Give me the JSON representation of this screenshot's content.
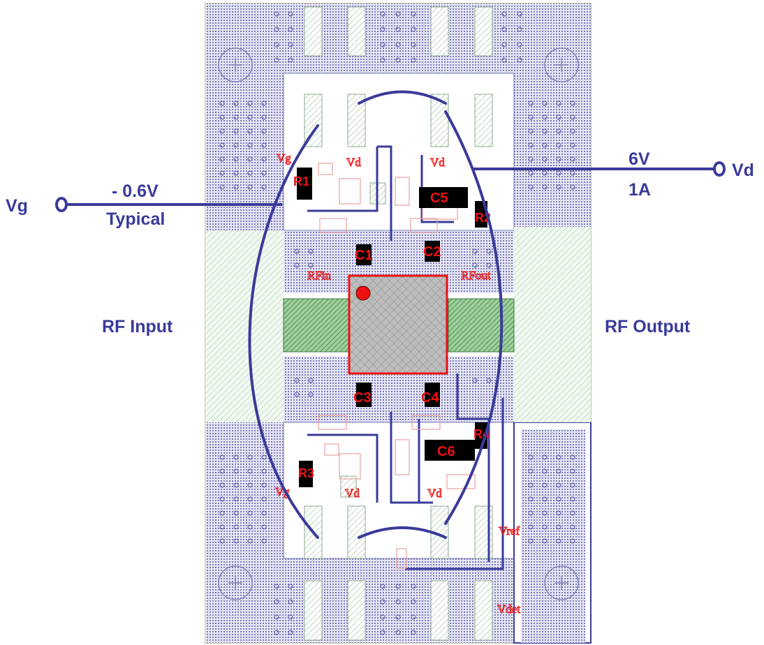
{
  "labels": {
    "vg_name": "Vg",
    "vg_value": "- 0.6V",
    "vg_note": "Typical",
    "vd_name": "Vd",
    "vd_value": "6V",
    "vd_current": "1A",
    "rf_input": "RF Input",
    "rf_output": "RF Output"
  },
  "refs": {
    "r1": "R1",
    "r2": "R2",
    "r3": "R3",
    "r4": "R4",
    "c1": "C1",
    "c2": "C2",
    "c3": "C3",
    "c4": "C4",
    "c5": "C5",
    "c6": "C6"
  },
  "nets": {
    "vg_top": "Vg",
    "vd_top_left": "Vd",
    "vd_top_right": "Vd",
    "vg_bottom": "Vg",
    "vd_bottom_left": "Vd",
    "vd_bottom_right": "Vd",
    "rfin": "RFin",
    "rfout": "RFout",
    "vref": "Vref",
    "vdet": "Vdet"
  },
  "colors": {
    "wire": "#3a3a9a",
    "component": "#000000",
    "refdes": "#ee1111",
    "ground_fill": "#d2d2ee",
    "rf_trace": "#8fbf8f"
  }
}
